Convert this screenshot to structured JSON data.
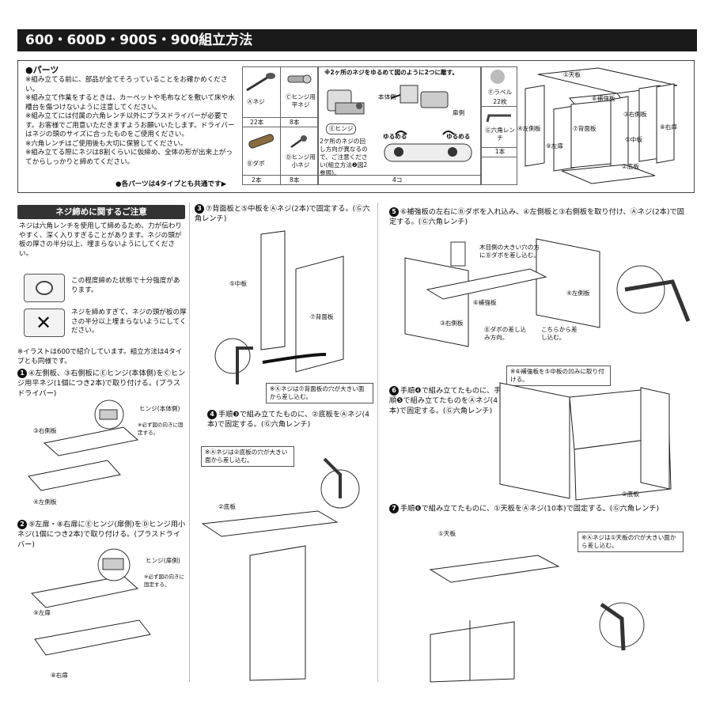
{
  "title": "600・600D・900S・900組立方法",
  "parts": {
    "heading": "●パーツ",
    "notes": [
      "※組み立てる前に、部品が全てそろっていることをお確かめください。",
      "※組み立て作業をするときは、カーペットや毛布などを敷いて床や水槽台を傷つけないように注意してください。",
      "※組み立てには付属の六角レンチ以外にプラスドライバーが必要です。お客様でご用意いただきますようお願いいたします。ドライバーはネジの頭のサイズに合ったものをご使用ください。",
      "※六角レンチはご使用後も大切に保管してください。",
      "※組み立てる際にネジは8割くらいに仮締め、全体の形が出来上がってからしっかりと締めてください。"
    ],
    "common_note": "●各パーツは4タイプとも共通です▶",
    "items": [
      {
        "label": "Ⓐネジ",
        "qty": "22本"
      },
      {
        "label": "Ⓒヒンジ用平ネジ",
        "qty": "8本"
      },
      {
        "label": "Ⓑダボ",
        "qty": "2本"
      },
      {
        "label": "Ⓓヒンジ用小ネジ",
        "qty": "8本"
      },
      {
        "label": "Ⓔヒンジ",
        "qty": "4コ"
      },
      {
        "label": "Ⓕラベル",
        "qty": "22枚"
      },
      {
        "label": "Ⓖ六角レンチ",
        "qty": "1本"
      }
    ],
    "hinge_note": "※2ヶ所のネジをゆるめて図のように2つに離す。",
    "hinge_body": "本体側",
    "hinge_door": "扉側",
    "loosen": "ゆるめる",
    "hinge_caption": "2ケ所のネジの回し方向が異なるので、ご注意ください(組立方法❷図2参照)。",
    "board_labels": [
      "①天板",
      "⑥補強板",
      "③右側板",
      "④左側板",
      "⑦背面板",
      "⑨左扉",
      "⑤中板",
      "⑧右扉",
      "②底板"
    ]
  },
  "screw_section": {
    "heading": "ネジ締めに関するご注意",
    "text": "ネジは六角レンチを使用して締めるため、力が伝わりやすく、深く入りすぎることがあります。ネジの頭が板の厚さの半分以上、埋まらないようにしてください。",
    "ok": "この程度締めた状態で十分強度があります。",
    "ng": "ネジを締めすぎて、ネジの頭が板の厚さの半分以上埋まらないようにしてください。",
    "illus_note": "※イラストは600で紹介しています。組立方法は4タイプとも同様です。"
  },
  "steps": [
    {
      "n": "1",
      "text": "④左側板、③右側板にⒺヒンジ(本体側)をⒸヒンジ用平ネジ(1個につき2本)で取り付ける。(プラスドライバー)",
      "labels": [
        "ヒンジ(本体側)",
        "※必ず図の向きに固定する。",
        "③右側板",
        "④左側板"
      ]
    },
    {
      "n": "2",
      "text": "⑨左扉・⑧右扉にⒺヒンジ(扉側)をⒹヒンジ用小ネジ(1個につき2本)で取り付ける。(プラスドライバー)",
      "labels": [
        "ヒンジ(扉側)",
        "※必ず図の向きに固定する。",
        "⑨左扉",
        "⑧右扉"
      ]
    },
    {
      "n": "3",
      "text": "⑦背面板と⑤中板をⒶネジ(2本)で固定する。(Ⓖ六角レンチ)",
      "labels": [
        "⑤中板",
        "⑦背面板"
      ],
      "note": "※Ⓐネジは⑦背面板の穴が大きい面から差し込む。"
    },
    {
      "n": "4",
      "text": "手順❸で組み立てたものに、②底板をⒶネジ(4本)で固定する。(Ⓖ六角レンチ)",
      "labels": [
        "②底板"
      ],
      "note": "※Ⓐネジは②底板の穴が大きい面から差し込む。"
    },
    {
      "n": "5",
      "text": "⑥補強板の左右にⒷダボを入れ込み、④左側板と③右側板を取り付け、Ⓐネジ(2本)で固定する。(Ⓖ六角レンチ)",
      "labels": [
        "木目側の大きい穴の方にⒷダボを差し込む。",
        "⑥補強板",
        "④左側板",
        "③右側板",
        "Ⓑダボの差し込み方向。",
        "こちらから差し込む。"
      ]
    },
    {
      "n": "6",
      "text": "手順❹で組み立てたものに、手順❺で組み立てたものをⒶネジ(4本)で固定する。(Ⓖ六角レンチ)",
      "labels": [
        "②底板"
      ],
      "note": "※⑥補強板を⑤中板の凹みに取り付ける。"
    },
    {
      "n": "7",
      "text": "手順❻で組み立てたものに、①天板をⒶネジ(10本)で固定する。(Ⓖ六角レンチ)",
      "labels": [
        "①天板"
      ],
      "note": "※Ⓐネジは①天板の穴が大きい面から差し込む。"
    }
  ]
}
